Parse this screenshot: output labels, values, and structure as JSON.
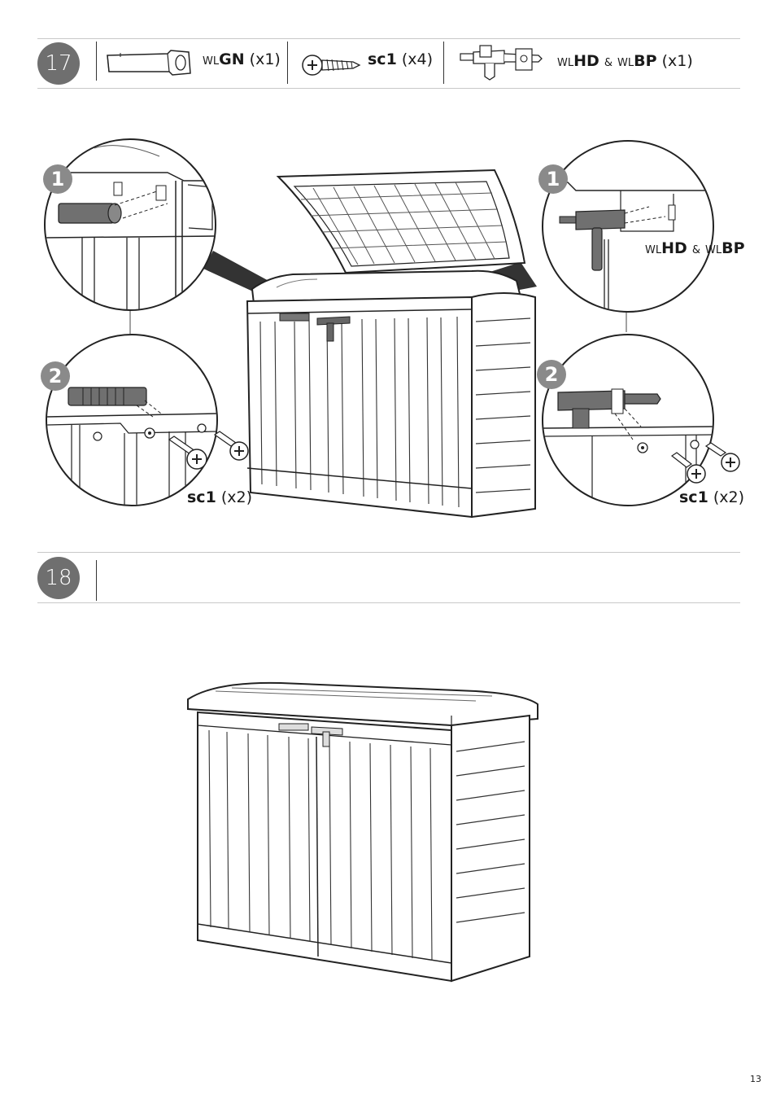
{
  "step17": {
    "number": "17",
    "parts": [
      {
        "prefix": "WL",
        "code": "GN",
        "qty": "(x1)"
      },
      {
        "prefix": "",
        "code": "sc1",
        "qty": "(x4)"
      },
      {
        "prefix1": "WL",
        "code1": "HD",
        "amp": "&",
        "prefix2": "WL",
        "code2": "BP",
        "qty": "(x1)"
      }
    ],
    "left_detail": {
      "badge1": "1",
      "badge2": "2",
      "screw_label": "sc1",
      "screw_qty": "(x2)"
    },
    "right_detail": {
      "badge1": "1",
      "badge2": "2",
      "part_prefix1": "WL",
      "part_code1": "HD",
      "amp": "&",
      "part_prefix2": "WL",
      "part_code2": "BP",
      "screw_label": "sc1",
      "screw_qty": "(x2)"
    }
  },
  "step18": {
    "number": "18"
  },
  "page_number": "13",
  "icons": [
    "handle-icon",
    "screw-icon",
    "hasp-bracket-icon"
  ]
}
